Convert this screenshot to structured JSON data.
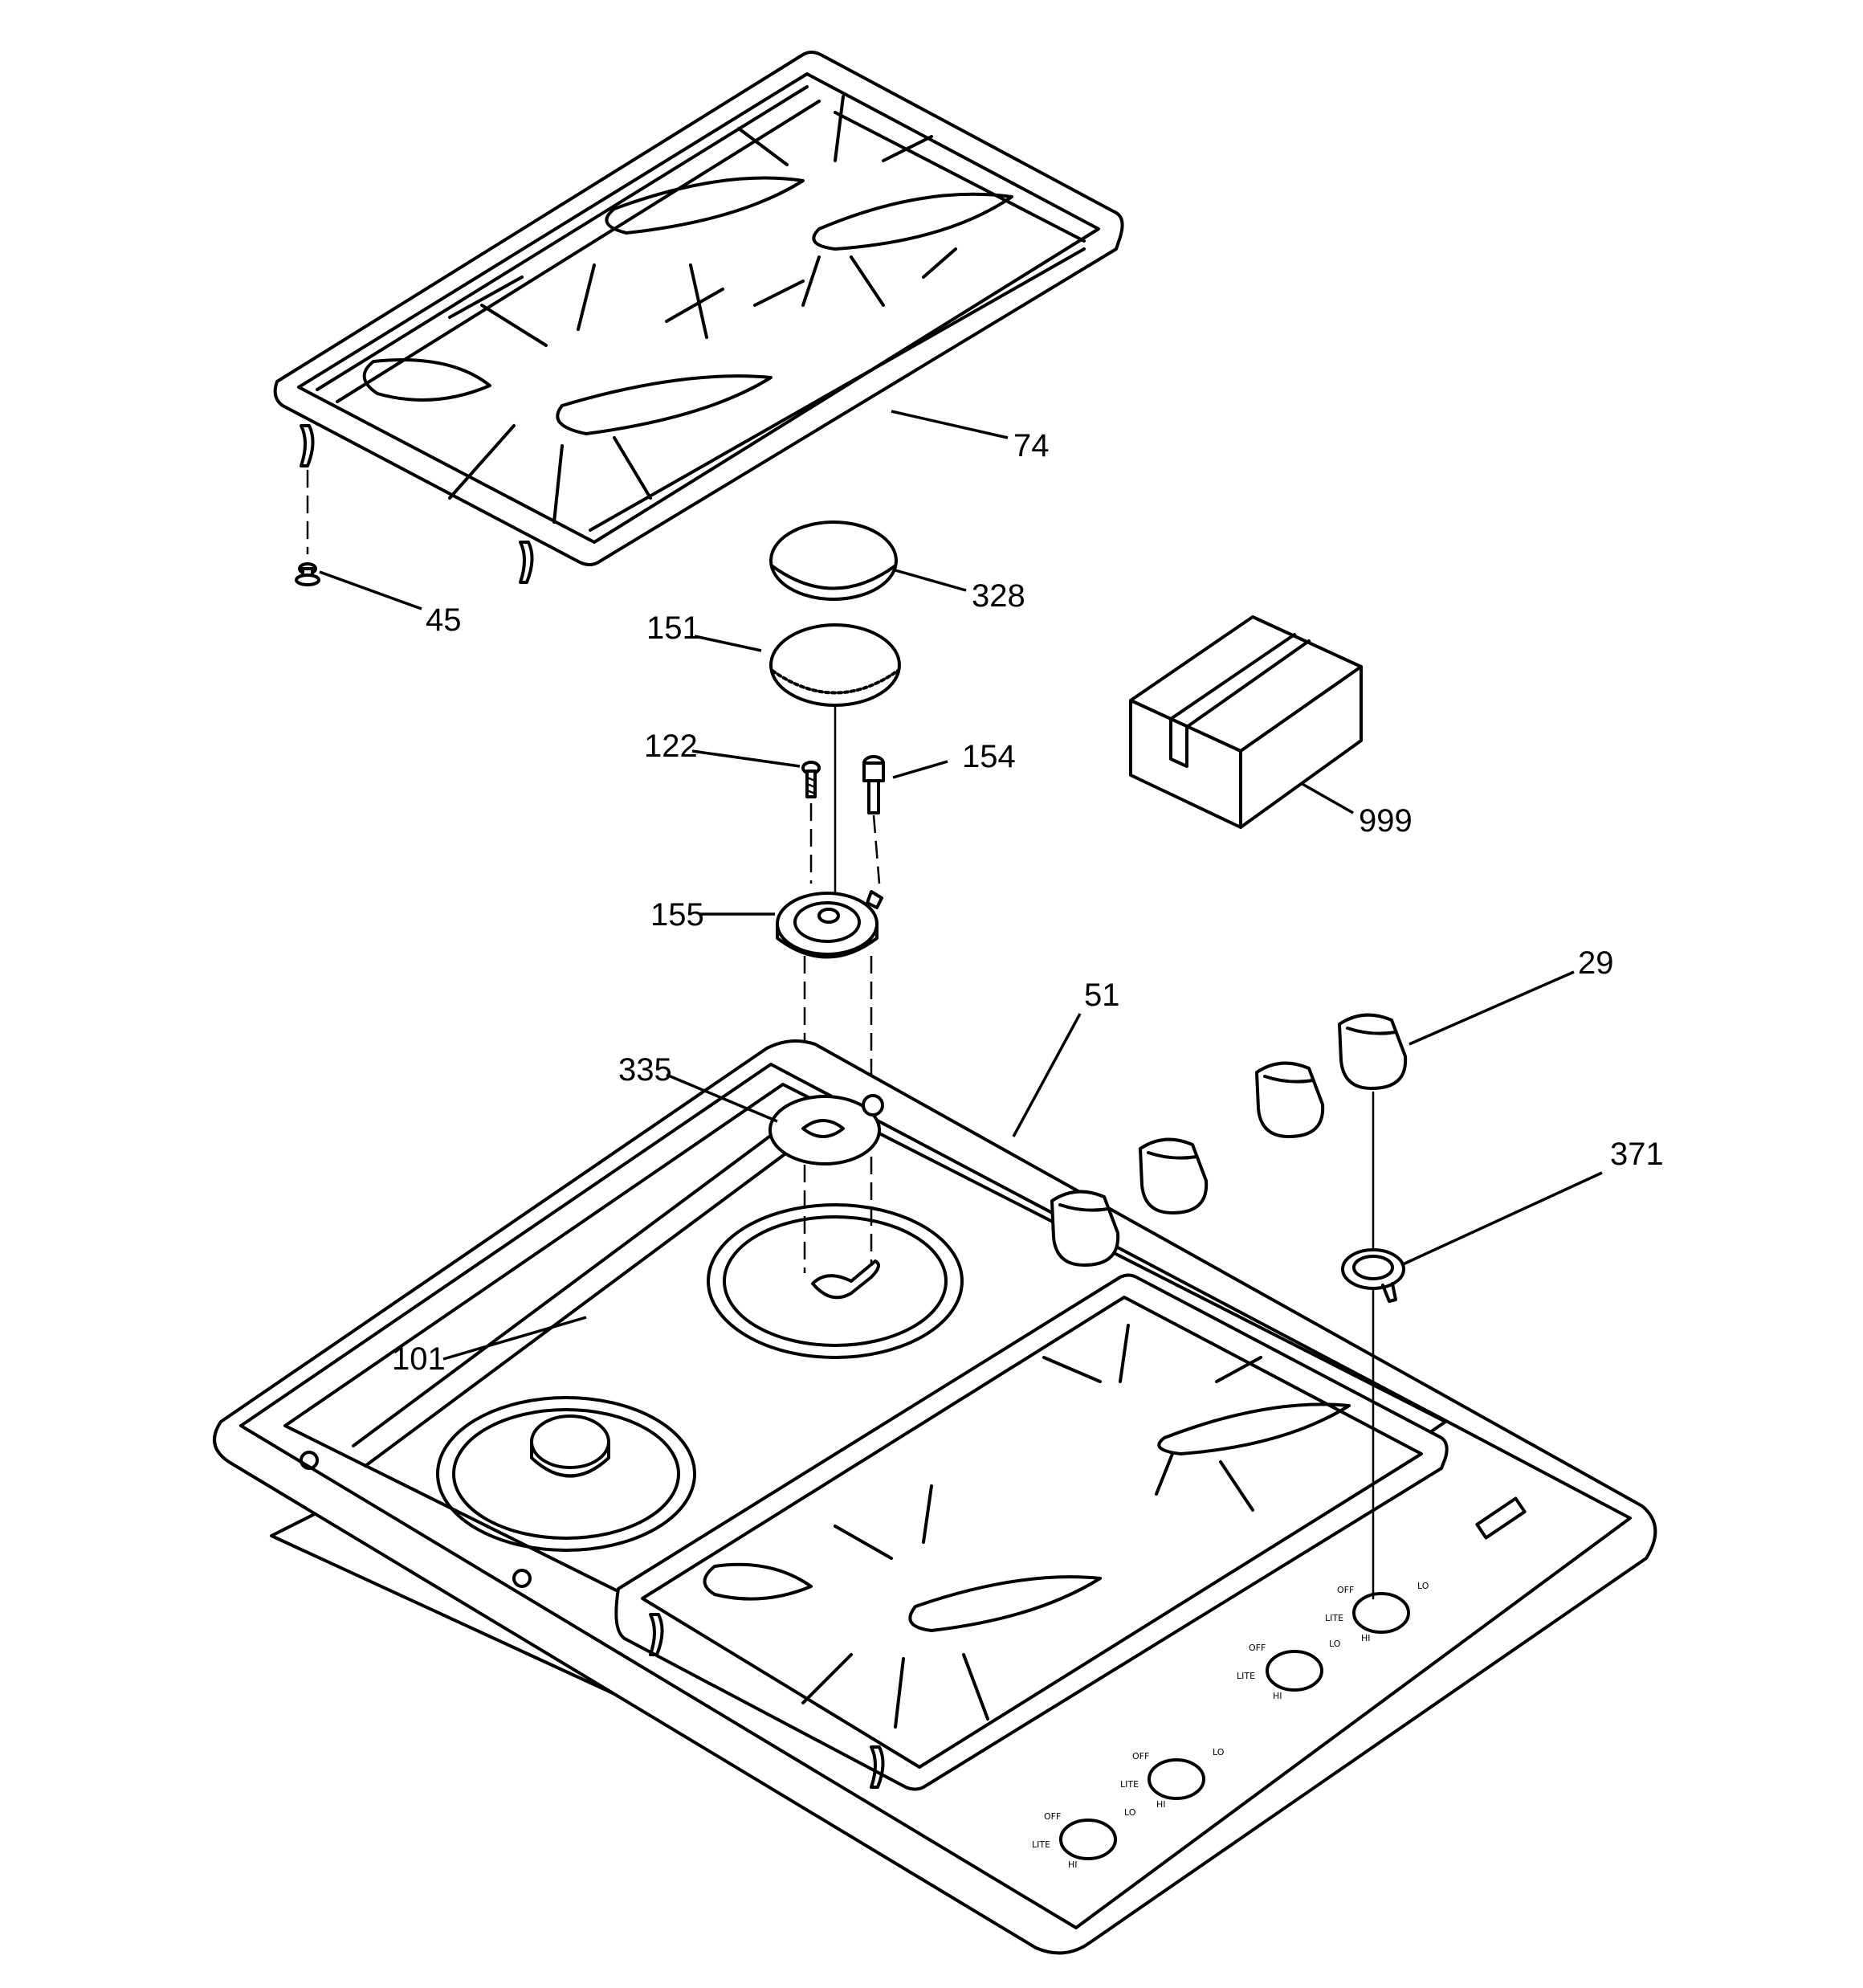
{
  "diagram": {
    "callouts": [
      "74",
      "45",
      "328",
      "151",
      "122",
      "154",
      "999",
      "155",
      "29",
      "51",
      "335",
      "371",
      "101"
    ],
    "knob_labels": [
      "OFF",
      "LITE",
      "HI",
      "LO"
    ]
  }
}
